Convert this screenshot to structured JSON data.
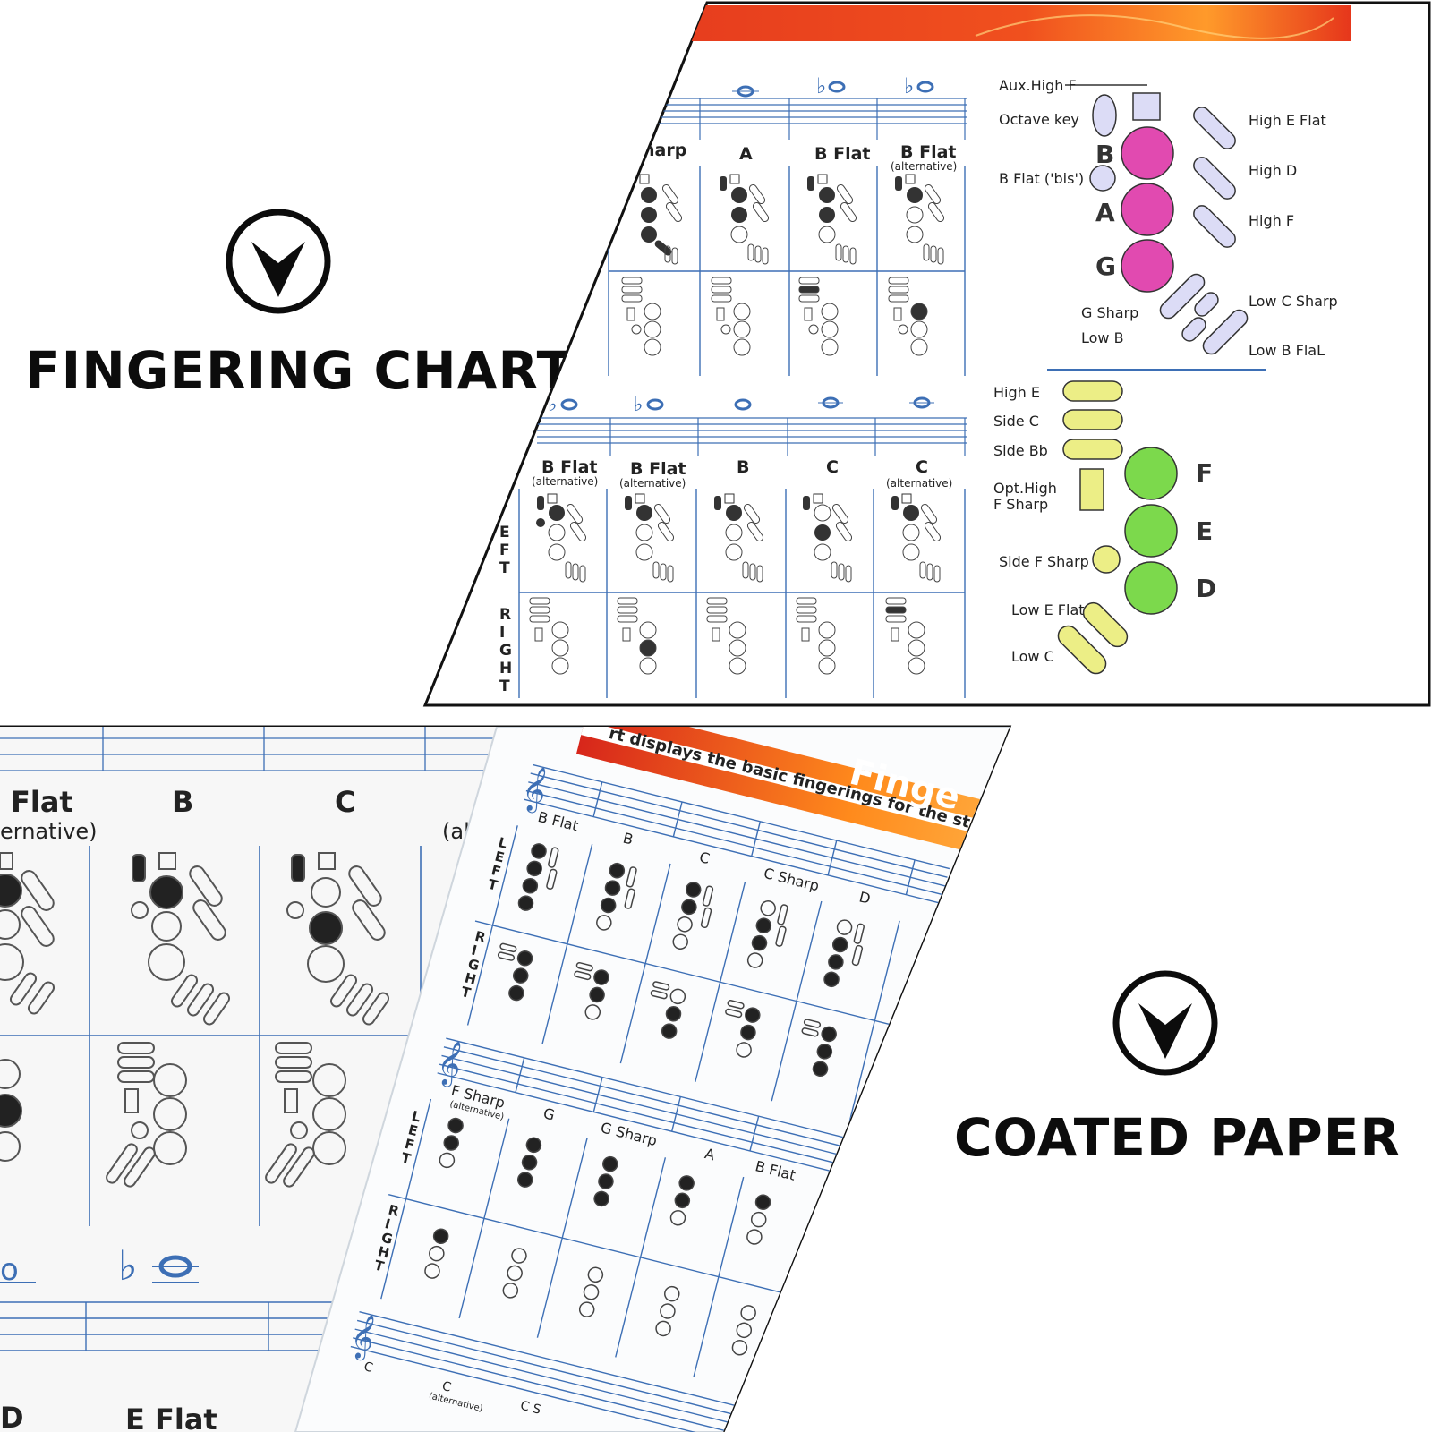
{
  "headings": {
    "fingering_chart": "FINGERING CHART",
    "coated_paper": "COATED PAPER"
  },
  "icons": {
    "badge": "chevron-down-circle-icon"
  },
  "colors": {
    "accent_red": "#e53a1e",
    "accent_orange": "#ff8a1c",
    "staff_blue": "#3d6fb5",
    "register_keys": "#e14ab0",
    "octave_keys": "#dcdcf6",
    "left_right_keys": "#7cd94c",
    "side_keys": "#ecee86"
  },
  "top_chart": {
    "row1_notes": [
      {
        "name": "harp",
        "alt": ""
      },
      {
        "name": "A",
        "alt": ""
      },
      {
        "name": "B Flat",
        "alt": ""
      },
      {
        "name": "B Flat",
        "alt": "(alternative)"
      }
    ],
    "row2_notes": [
      {
        "name": "B Flat",
        "alt": "(alternative)"
      },
      {
        "name": "B Flat",
        "alt": "(alternative)"
      },
      {
        "name": "B",
        "alt": ""
      },
      {
        "name": "C",
        "alt": ""
      },
      {
        "name": "C",
        "alt": "(alternative)"
      }
    ],
    "side_left": "LEFT",
    "side_right": "RIGHT",
    "legend_upper": [
      "Aux.High F",
      "Octave key",
      "B Flat ('bis')",
      "G Sharp",
      "Low B",
      "High E Flat",
      "High D",
      "High F",
      "Low C Sharp",
      "Low B FlaL"
    ],
    "legend_upper_letters": [
      "B",
      "A",
      "G"
    ],
    "legend_lower": [
      "High E",
      "Side C",
      "Side Bb",
      "Opt.High",
      "F Sharp",
      "Side F Sharp",
      "Low E Flat",
      "Low C"
    ],
    "legend_lower_letters": [
      "F",
      "E",
      "D"
    ]
  },
  "bottom_left_zoom": {
    "notes": [
      {
        "name": "Flat",
        "alt": "ernative)"
      },
      {
        "name": "B",
        "alt": ""
      },
      {
        "name": "C",
        "alt": ""
      }
    ],
    "partial_alt": "(al",
    "bottom_note": "E Flat",
    "bottom_left_glyph": "D"
  },
  "bottom_sheet": {
    "banner_text": "rt displays the basic fingerings for the standard ra",
    "banner_title": "Finge",
    "row1_notes": [
      "B Flat",
      "B",
      "C",
      "C Sharp",
      "D"
    ],
    "row2_notes": [
      "F Sharp",
      "G",
      "G Sharp",
      "A",
      "B Flat"
    ],
    "row2_alt": "(alternative)",
    "row3_notes": [
      "C",
      "C",
      "C S"
    ],
    "row3_alt": "(alternative)",
    "side_left": "LEFT",
    "side_right": "RIGHT"
  }
}
